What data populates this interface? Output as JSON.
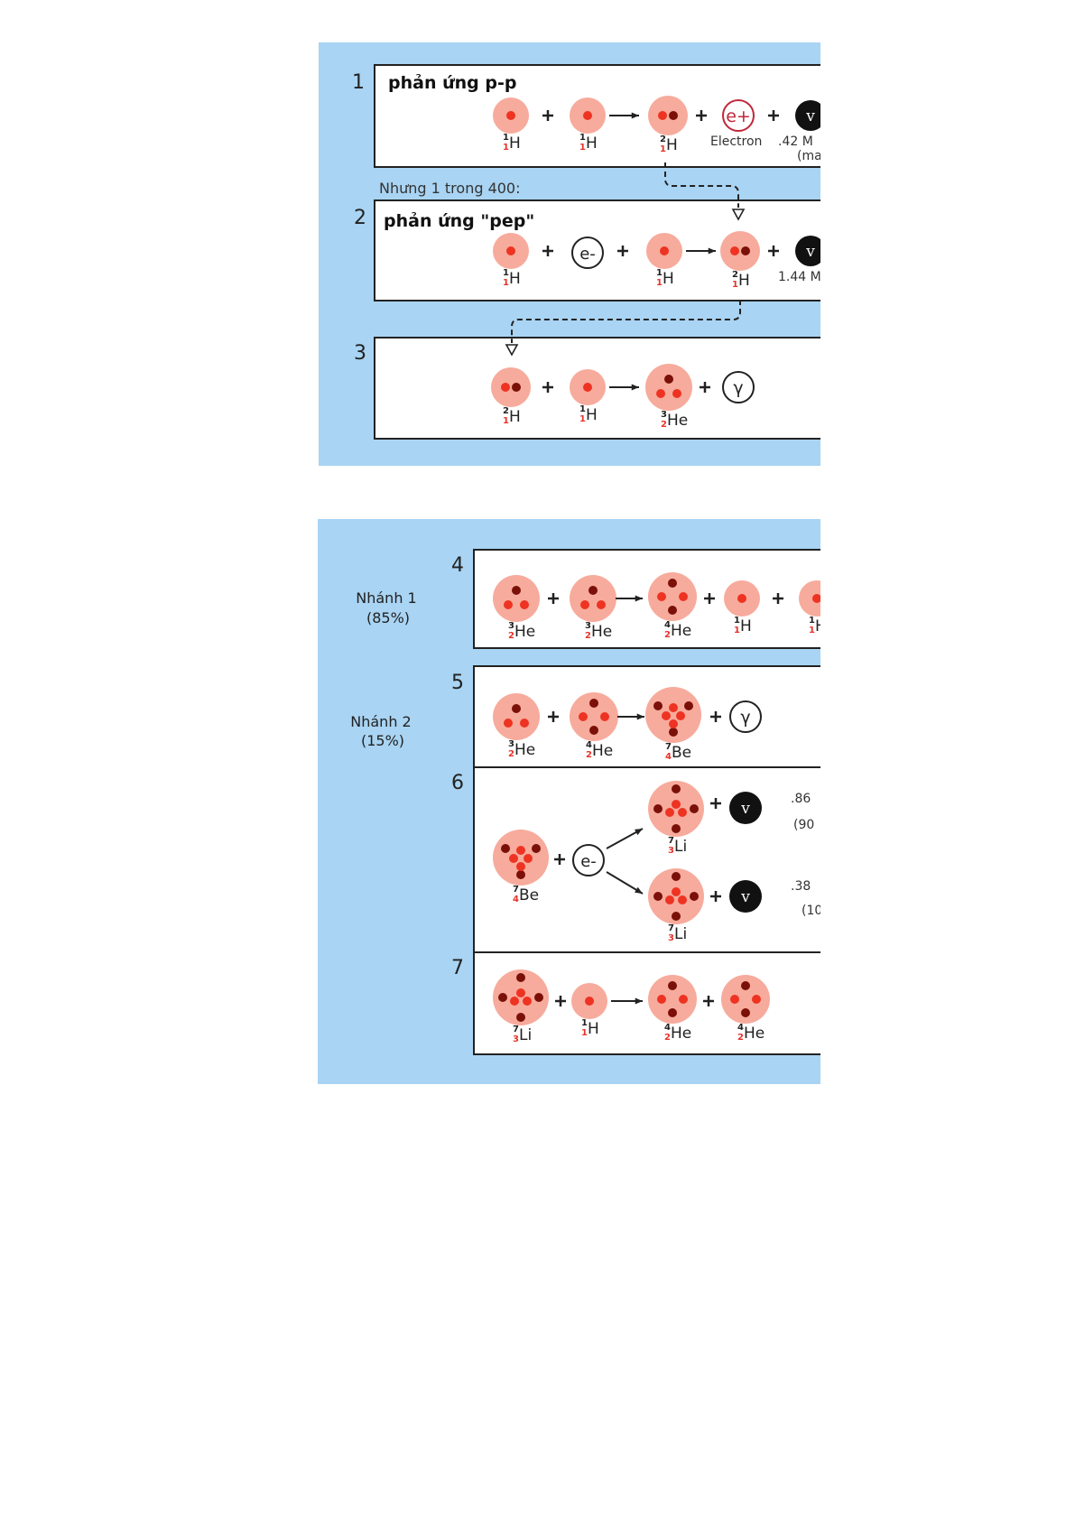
{
  "colors": {
    "panel": "#a9d4f3",
    "nucleus": "#f7ab9c",
    "proton": "#ee3322",
    "neutron": "#7a1008",
    "positron": "#c0283a"
  },
  "pp_chain": {
    "step_numbers": [
      "1",
      "2",
      "3"
    ],
    "reaction1": {
      "title": "phản ứng p-p",
      "particles": [
        {
          "mass": "1",
          "z": "1",
          "symbol": "H"
        },
        {
          "mass": "1",
          "z": "1",
          "symbol": "H"
        },
        {
          "mass": "2",
          "z": "1",
          "symbol": "H"
        }
      ],
      "positron_symbol": "e+",
      "positron_label": "Electron",
      "neutrino_symbol": "v",
      "energy": ".42 M",
      "energy_note": "(ma"
    },
    "note_between": "Nhưng 1 trong 400:",
    "reaction2": {
      "title": "phản ứng \"pep\"",
      "particles": [
        {
          "mass": "1",
          "z": "1",
          "symbol": "H"
        },
        {
          "mass": "1",
          "z": "1",
          "symbol": "H"
        },
        {
          "mass": "2",
          "z": "1",
          "symbol": "H"
        }
      ],
      "electron_symbol": "e-",
      "neutrino_symbol": "v",
      "energy": "1.44 M"
    },
    "reaction3": {
      "particles": [
        {
          "mass": "2",
          "z": "1",
          "symbol": "H"
        },
        {
          "mass": "1",
          "z": "1",
          "symbol": "H"
        },
        {
          "mass": "3",
          "z": "2",
          "symbol": "He"
        }
      ],
      "gamma_symbol": "γ"
    }
  },
  "branches": {
    "step_numbers": [
      "4",
      "5",
      "6",
      "7"
    ],
    "branch1": {
      "name": "Nhánh 1",
      "percent": "(85%)"
    },
    "branch2": {
      "name": "Nhánh 2",
      "percent": "(15%)"
    },
    "reaction4": {
      "particles": [
        {
          "mass": "3",
          "z": "2",
          "symbol": "He"
        },
        {
          "mass": "3",
          "z": "2",
          "symbol": "He"
        },
        {
          "mass": "4",
          "z": "2",
          "symbol": "He"
        },
        {
          "mass": "1",
          "z": "1",
          "symbol": "H"
        },
        {
          "mass": "1",
          "z": "1",
          "symbol": "H"
        }
      ]
    },
    "reaction5": {
      "particles": [
        {
          "mass": "3",
          "z": "2",
          "symbol": "He"
        },
        {
          "mass": "4",
          "z": "2",
          "symbol": "He"
        },
        {
          "mass": "7",
          "z": "4",
          "symbol": "Be"
        }
      ],
      "gamma_symbol": "γ"
    },
    "reaction6": {
      "particles": [
        {
          "mass": "7",
          "z": "4",
          "symbol": "Be"
        },
        {
          "mass": "7",
          "z": "3",
          "symbol": "Li"
        },
        {
          "mass": "7",
          "z": "3",
          "symbol": "Li"
        }
      ],
      "electron_symbol": "e-",
      "neutrino_symbol": "v",
      "energy_a": ".86",
      "fraction_a": "(90",
      "energy_b": ".38",
      "fraction_b": "(10"
    },
    "reaction7": {
      "particles": [
        {
          "mass": "7",
          "z": "3",
          "symbol": "Li"
        },
        {
          "mass": "1",
          "z": "1",
          "symbol": "H"
        },
        {
          "mass": "4",
          "z": "2",
          "symbol": "He"
        },
        {
          "mass": "4",
          "z": "2",
          "symbol": "He"
        }
      ]
    }
  }
}
